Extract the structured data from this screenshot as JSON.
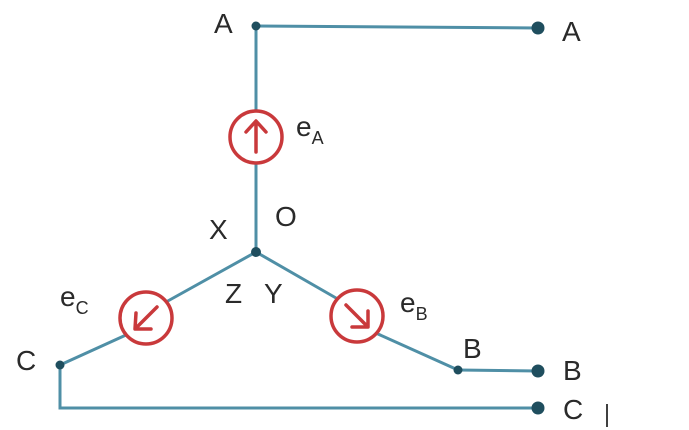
{
  "nodes": {
    "a_top": "A",
    "a_term": "A",
    "b_node": "B",
    "b_term": "B",
    "c_node": "C",
    "c_term": "C",
    "x": "X",
    "o": "O",
    "z": "Z",
    "y": "Y"
  },
  "sources": {
    "a": {
      "letter": "e",
      "subscript": "A"
    },
    "b": {
      "letter": "e",
      "subscript": "B"
    },
    "c": {
      "letter": "e",
      "subscript": "C"
    }
  },
  "colors": {
    "wire": "#4f8fa6",
    "source": "#c9393b",
    "node": "#1f4e5e",
    "text": "#2a2a2a"
  }
}
